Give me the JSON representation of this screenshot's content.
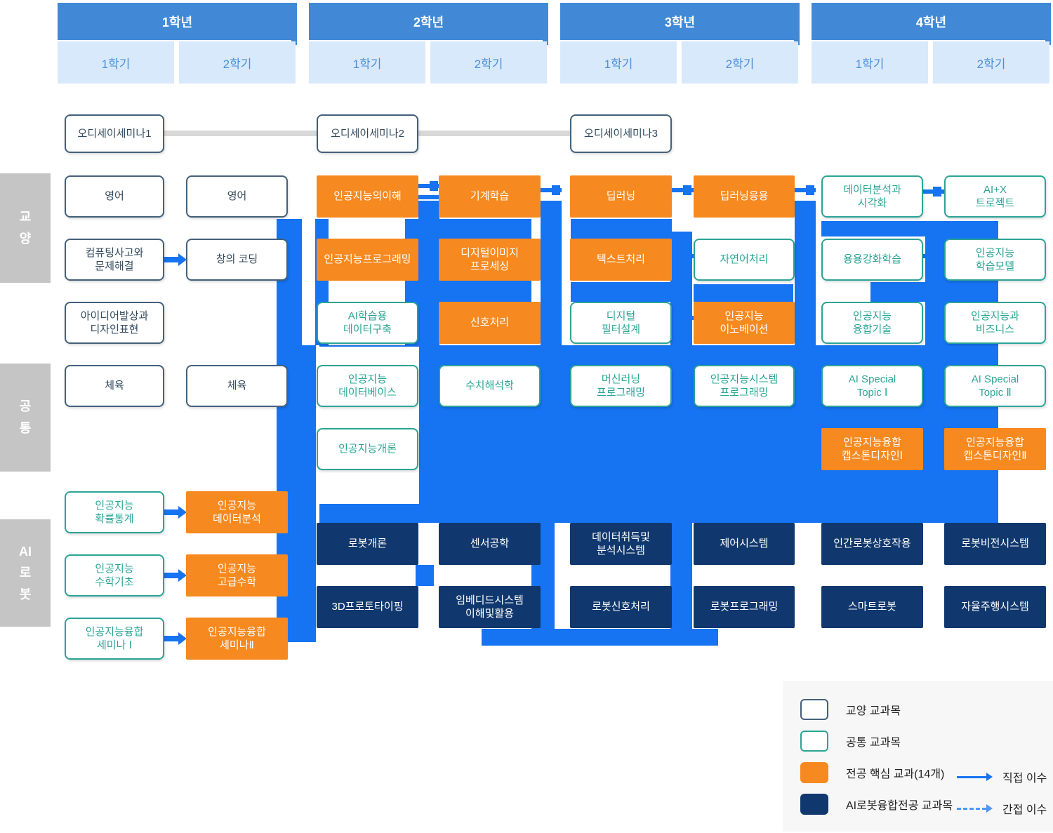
{
  "header": {
    "years": [
      {
        "label": "1학년",
        "semesters": [
          "1학기",
          "2학기"
        ]
      },
      {
        "label": "2학년",
        "semesters": [
          "1학기",
          "2학기"
        ]
      },
      {
        "label": "3학년",
        "semesters": [
          "1학기",
          "2학기"
        ]
      },
      {
        "label": "4학년",
        "semesters": [
          "1학기",
          "2학기"
        ]
      }
    ]
  },
  "sidebar": {
    "labels": [
      "교\n양",
      "공\n통",
      "AI\n로\n봇"
    ]
  },
  "courses": [
    {
      "label": "오디세이세미나1",
      "type": "gen",
      "col": 0,
      "row": "o"
    },
    {
      "label": "오디세이세미나2",
      "type": "gen",
      "col": 2,
      "row": "o"
    },
    {
      "label": "오디세이세미나3",
      "type": "gen",
      "col": 4,
      "row": "o"
    },
    {
      "label": "영어",
      "type": "gen",
      "col": 0,
      "row": "r1"
    },
    {
      "label": "영어",
      "type": "gen",
      "col": 1,
      "row": "r1"
    },
    {
      "label": "컴퓨팅사고와\n문제해결",
      "type": "gen",
      "col": 0,
      "row": "r2"
    },
    {
      "label": "창의 코딩",
      "type": "gen",
      "col": 1,
      "row": "r2"
    },
    {
      "label": "아이디어발상과\n디자인표현",
      "type": "gen",
      "col": 0,
      "row": "r3"
    },
    {
      "label": "체육",
      "type": "gen",
      "col": 0,
      "row": "r4"
    },
    {
      "label": "체육",
      "type": "gen",
      "col": 1,
      "row": "r4"
    },
    {
      "label": "인공지능의이해",
      "type": "core",
      "col": 2,
      "row": "r1"
    },
    {
      "label": "기계학습",
      "type": "core",
      "col": 3,
      "row": "r1"
    },
    {
      "label": "딥러닝",
      "type": "core",
      "col": 4,
      "row": "r1"
    },
    {
      "label": "딥러닝응용",
      "type": "core",
      "col": 5,
      "row": "r1"
    },
    {
      "label": "데이터분석과\n시각화",
      "type": "common",
      "col": 6,
      "row": "r1"
    },
    {
      "label": "AI+X\n트로젝트",
      "type": "common",
      "col": 7,
      "row": "r1"
    },
    {
      "label": "인공지능프로그래밍",
      "type": "core",
      "col": 2,
      "row": "r2"
    },
    {
      "label": "디지털이미지\n프로세싱",
      "type": "core",
      "col": 3,
      "row": "r2"
    },
    {
      "label": "텍스트처리",
      "type": "core",
      "col": 4,
      "row": "r2"
    },
    {
      "label": "자연어처리",
      "type": "common",
      "col": 5,
      "row": "r2"
    },
    {
      "label": "용용강화학습",
      "type": "common",
      "col": 6,
      "row": "r2"
    },
    {
      "label": "인공지능\n학습모델",
      "type": "common",
      "col": 7,
      "row": "r2"
    },
    {
      "label": "AI학습용\n데이터구축",
      "type": "common",
      "col": 2,
      "row": "r3"
    },
    {
      "label": "신호처리",
      "type": "core",
      "col": 3,
      "row": "r3"
    },
    {
      "label": "디지털\n필터설계",
      "type": "common",
      "col": 4,
      "row": "r3"
    },
    {
      "label": "인공지능\n이노베이션",
      "type": "core",
      "col": 5,
      "row": "r3"
    },
    {
      "label": "인공지능\n융합기술",
      "type": "common",
      "col": 6,
      "row": "r3"
    },
    {
      "label": "인공지능과\n비즈니스",
      "type": "common",
      "col": 7,
      "row": "r3"
    },
    {
      "label": "인공지능\n데이터베이스",
      "type": "common",
      "col": 2,
      "row": "r4"
    },
    {
      "label": "수치해석학",
      "type": "common",
      "col": 3,
      "row": "r4"
    },
    {
      "label": "머신러닝\n프로그래밍",
      "type": "common",
      "col": 4,
      "row": "r4"
    },
    {
      "label": "인공지능시스템\n프로그래밍",
      "type": "common",
      "col": 5,
      "row": "r4"
    },
    {
      "label": "AI Special\nTopic Ⅰ",
      "type": "common",
      "col": 6,
      "row": "r4"
    },
    {
      "label": "AI Special\nTopic Ⅱ",
      "type": "common",
      "col": 7,
      "row": "r4"
    },
    {
      "label": "인공지능개론",
      "type": "common",
      "col": 2,
      "row": "r5"
    },
    {
      "label": "인공지능융합\n캡스톤디자인Ⅰ",
      "type": "core",
      "col": 6,
      "row": "r5"
    },
    {
      "label": "인공지능융합\n캡스톤디자인Ⅱ",
      "type": "core",
      "col": 7,
      "row": "r5"
    },
    {
      "label": "인공지능\n확률통계",
      "type": "common",
      "col": 0,
      "row": "a1"
    },
    {
      "label": "인공지능\n데이터분석",
      "type": "core",
      "col": 1,
      "row": "a1"
    },
    {
      "label": "인공지능\n수학기초",
      "type": "common",
      "col": 0,
      "row": "a2"
    },
    {
      "label": "인공지능\n고급수학",
      "type": "core",
      "col": 1,
      "row": "a2"
    },
    {
      "label": "인공지능융합\n세미나 Ⅰ",
      "type": "common",
      "col": 0,
      "row": "a3"
    },
    {
      "label": "인공지능융합\n세미나Ⅱ",
      "type": "core",
      "col": 1,
      "row": "a3"
    },
    {
      "label": "로봇개론",
      "type": "robot",
      "col": 2,
      "row": "n1"
    },
    {
      "label": "센서공학",
      "type": "robot",
      "col": 3,
      "row": "n1"
    },
    {
      "label": "데이터취득및\n분석시스템",
      "type": "robot",
      "col": 4,
      "row": "n1"
    },
    {
      "label": "제어시스템",
      "type": "robot",
      "col": 5,
      "row": "n1"
    },
    {
      "label": "인간로봇상호작용",
      "type": "robot",
      "col": 6,
      "row": "n1"
    },
    {
      "label": "로봇비전시스템",
      "type": "robot",
      "col": 7,
      "row": "n1"
    },
    {
      "label": "3D프로토타이핑",
      "type": "robot",
      "col": 2,
      "row": "n2"
    },
    {
      "label": "임베디드시스템\n이해및활용",
      "type": "robot",
      "col": 3,
      "row": "n2"
    },
    {
      "label": "로봇신호처리",
      "type": "robot",
      "col": 4,
      "row": "n2"
    },
    {
      "label": "로봇프로그래밍",
      "type": "robot",
      "col": 5,
      "row": "n2"
    },
    {
      "label": "스마트로봇",
      "type": "robot",
      "col": 6,
      "row": "n2"
    },
    {
      "label": "자율주행시스템",
      "type": "robot",
      "col": 7,
      "row": "n2"
    }
  ],
  "legend": {
    "items": [
      {
        "swatch": "gen",
        "label": "교양 교과목"
      },
      {
        "swatch": "common",
        "label": "공통 교과목"
      },
      {
        "swatch": "core",
        "label": "전공 핵심 교과(14개)"
      },
      {
        "swatch": "robot",
        "label": "AI로봇융합전공 교과목"
      }
    ],
    "arrows": [
      {
        "style": "solid",
        "label": "직접 이수"
      },
      {
        "style": "dashed",
        "label": "간접 이수"
      }
    ]
  },
  "colors": {
    "year_bar": "#4189D6",
    "semester_bg": "#D9E9FC",
    "semester_text": "#4A90D9",
    "core_orange": "#F6891F",
    "robot_navy": "#11386E",
    "connector_blue": "#1673F2",
    "gen_border": "#44607A",
    "common_border": "#2BA496",
    "sidebar_gray": "#C5C5C5",
    "odyssey_line_gray": "#D8D8D8",
    "legend_bg": "#F7F7F7"
  }
}
